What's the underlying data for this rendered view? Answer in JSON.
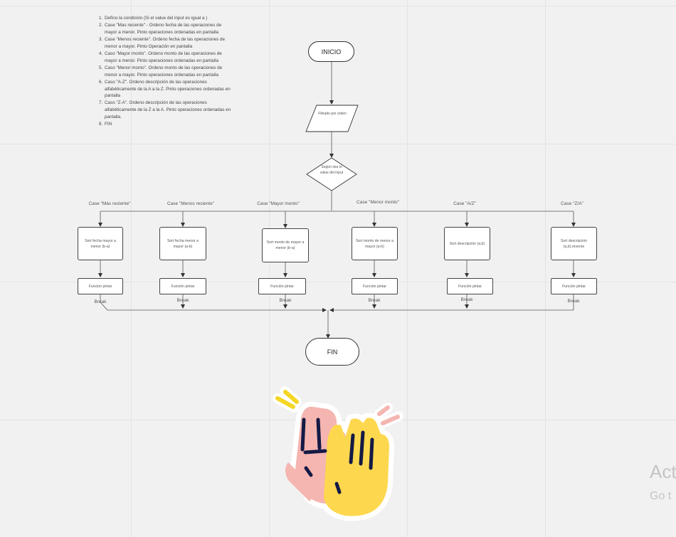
{
  "notes": [
    "Defino la condición (Si el  value del input  es igual a )",
    "Case \"Mas reciente\" - Ordeno fecha de las operaciones de mayor a menor. Pinto operaciones ordenadas en pantalla",
    "Case \"Menos reciente\".  Ordeno fecha de las operaciones de menor a mayor. Pinto Operación en pantalla",
    "Caso \"Mayor monto\". Ordeno monto de las operaciones de mayor a menor. Pinto operaciones ordenadas en pantalla",
    "Caso \"Menor monto\". Ordeno monto de las operaciones de menor a mayor. Pinto operaciones ordenadas en pantalla",
    "Caso \"A-Z\". Ordeno descripción de las operaciones alfabéticamente de la A a la Z. Pinto operaciones ordenadas en pantalla",
    "Caso \"Z-A\". Ordeno descripción de las operaciones alfabéticamente de la Z a la A. Pinto operaciones ordenadas en pantalla.",
    "FIN"
  ],
  "flow": {
    "start": "INICIO",
    "input": "Filtrado por orden",
    "decision": "Según sea el value del input",
    "end": "FIN",
    "cases": [
      {
        "label": "Case \"Más reciente\"",
        "sort": "Sort fecha mayor a menor (b-a)",
        "fn": "Función pintar",
        "brk": "Break"
      },
      {
        "label": "Case \"Menos reciente\"",
        "sort": "Sort fecha menor a mayor (a-b)",
        "fn": "Función pintar",
        "brk": "Break"
      },
      {
        "label": "Case \"Mayor monto\"",
        "sort": "Sort monto de mayor a menor (b-a)",
        "fn": "Función pintar",
        "brk": "Break"
      },
      {
        "label": "Case \"Menor monto\"",
        "sort": "Sort monto de menor a mayor (a-b)",
        "fn": "Función pintar",
        "brk": "Break"
      },
      {
        "label": "Case \"A/Z\"",
        "sort": "Sort descripción (a,b)",
        "fn": "Función pintar",
        "brk": "Break"
      },
      {
        "label": "Case \"Z/A\"",
        "sort": "Sort descripción (a,b).reverse",
        "fn": "Función pintar",
        "brk": "Break"
      }
    ]
  },
  "watermark": {
    "line1": "Act",
    "line2": "Go t"
  },
  "sticker_icon": "clapping-hands-icon",
  "colors": {
    "sticker_pink": "#f5b5b0",
    "sticker_yellow": "#fdd84e",
    "sticker_dark": "#141a45",
    "sticker_accent": "#f5d623"
  }
}
